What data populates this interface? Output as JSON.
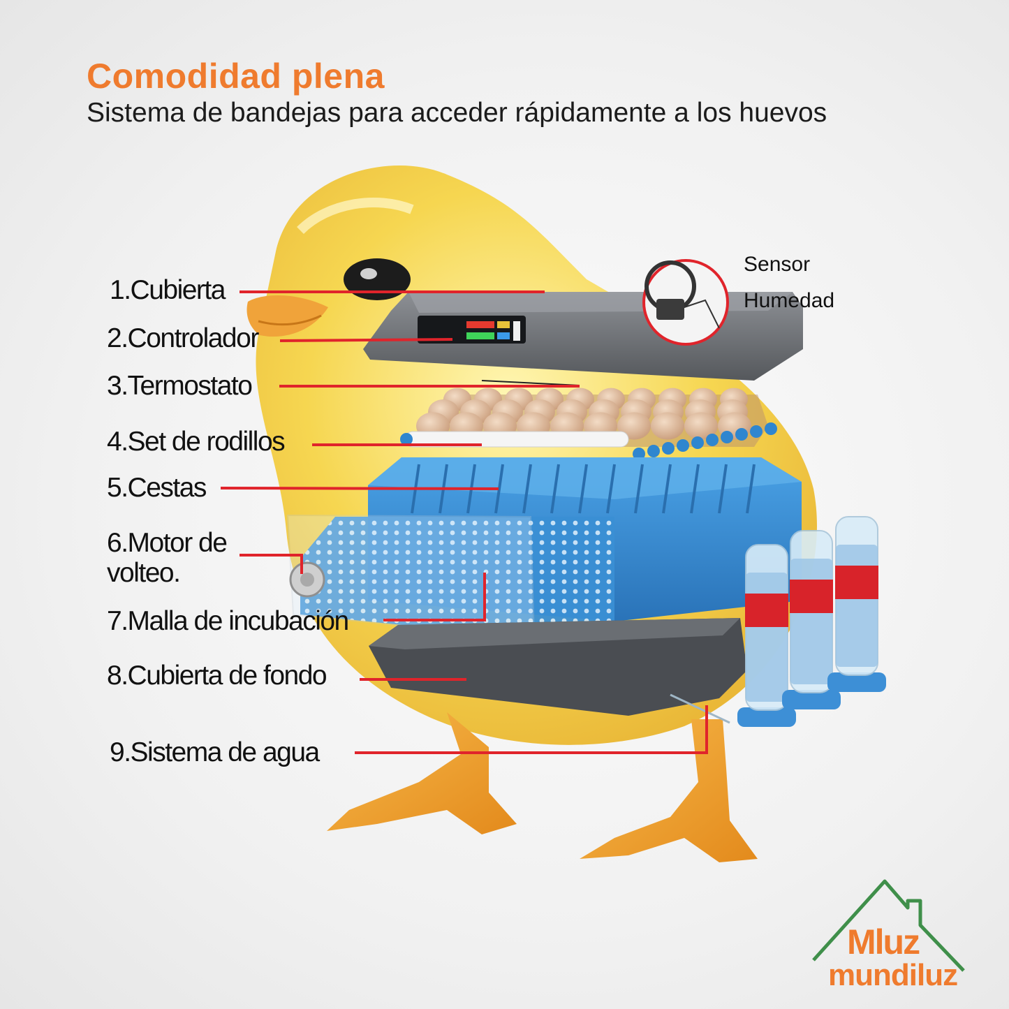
{
  "header": {
    "title": "Comodidad plena",
    "subtitle": "Sistema de bandejas para acceder rápidamente a los huevos"
  },
  "sensor": {
    "line1": "Sensor",
    "line2": "Humedad"
  },
  "parts": [
    {
      "label": "1.Cubierta"
    },
    {
      "label": "2.Controlador"
    },
    {
      "label": "3.Termostato"
    },
    {
      "label": "4.Set de rodillos"
    },
    {
      "label": "5.Cestas"
    },
    {
      "label_line1": "6.Motor de",
      "label_line2": "volteo."
    },
    {
      "label": "7.Malla de incubación"
    },
    {
      "label": "8.Cubierta de fondo"
    },
    {
      "label": "9.Sistema de agua"
    }
  ],
  "logo": {
    "mark": "Mluz",
    "name": "mundiluz"
  },
  "colors": {
    "accent": "#ef7b2e",
    "leader_line": "#e0242b",
    "incubator_blue": "#3d8fd6",
    "lid_grey": "#6e7175",
    "chick_yellow": "#f6d54a",
    "logo_green": "#3f8f4a"
  },
  "icons": [
    "chick-illustration",
    "incubator-illustration",
    "sensor-magnifier-icon",
    "water-bottle-icon",
    "house-roof-icon"
  ]
}
